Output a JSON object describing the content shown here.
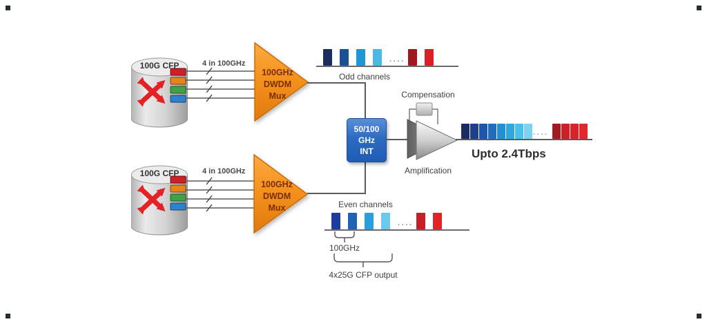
{
  "lanes": [
    "#cf2027",
    "#e8821a",
    "#43a047",
    "#2f80cf"
  ],
  "transmitter_top": {
    "title": "100G CFP",
    "bus_label": "4 in 100GHz"
  },
  "transmitter_bottom": {
    "title": "100G CFP",
    "bus_label": "4 in 100GHz"
  },
  "mux_top": {
    "label": "100GHz\nDWDM\nMux"
  },
  "mux_bottom": {
    "label": "100GHz\nDWDM\nMux"
  },
  "interleaver": {
    "label": "50/100\nGHz\nINT"
  },
  "compensation_label": "Compensation",
  "amplification_label": "Amplification",
  "throughput_label": "Upto 2.4Tbps",
  "spectra": {
    "odd": {
      "label": "Odd channels",
      "segments": [
        "#1d2c5e",
        "#1c4f94",
        "#1f97d4",
        "#4cb8e8",
        "dots",
        "#9e1a1f",
        "#da2127"
      ]
    },
    "even": {
      "label": "Even channels",
      "segments": [
        "#1e3c9e",
        "#1e61b5",
        "#27a0dc",
        "#6cc8ec",
        "dots",
        "#c42026",
        "#e02428"
      ]
    },
    "output": {
      "segments": [
        "#1c2c60",
        "#1d3f8e",
        "#1e55a8",
        "#1f6cc0",
        "#2390d2",
        "#2fa8de",
        "#4cc0e8",
        "#7dd2f0",
        "dots",
        "#a01b20",
        "#cc2026",
        "#da2328",
        "#e22a2c"
      ]
    }
  },
  "annotations": {
    "channel_spacing": "100GHz",
    "cfp_output": "4x25G CFP output"
  },
  "colors": {
    "mux_orange": "#f5921e",
    "interleaver_blue": "#2e6fc2",
    "arrow_red": "#e32227",
    "line_gray": "#5a5a5a"
  }
}
